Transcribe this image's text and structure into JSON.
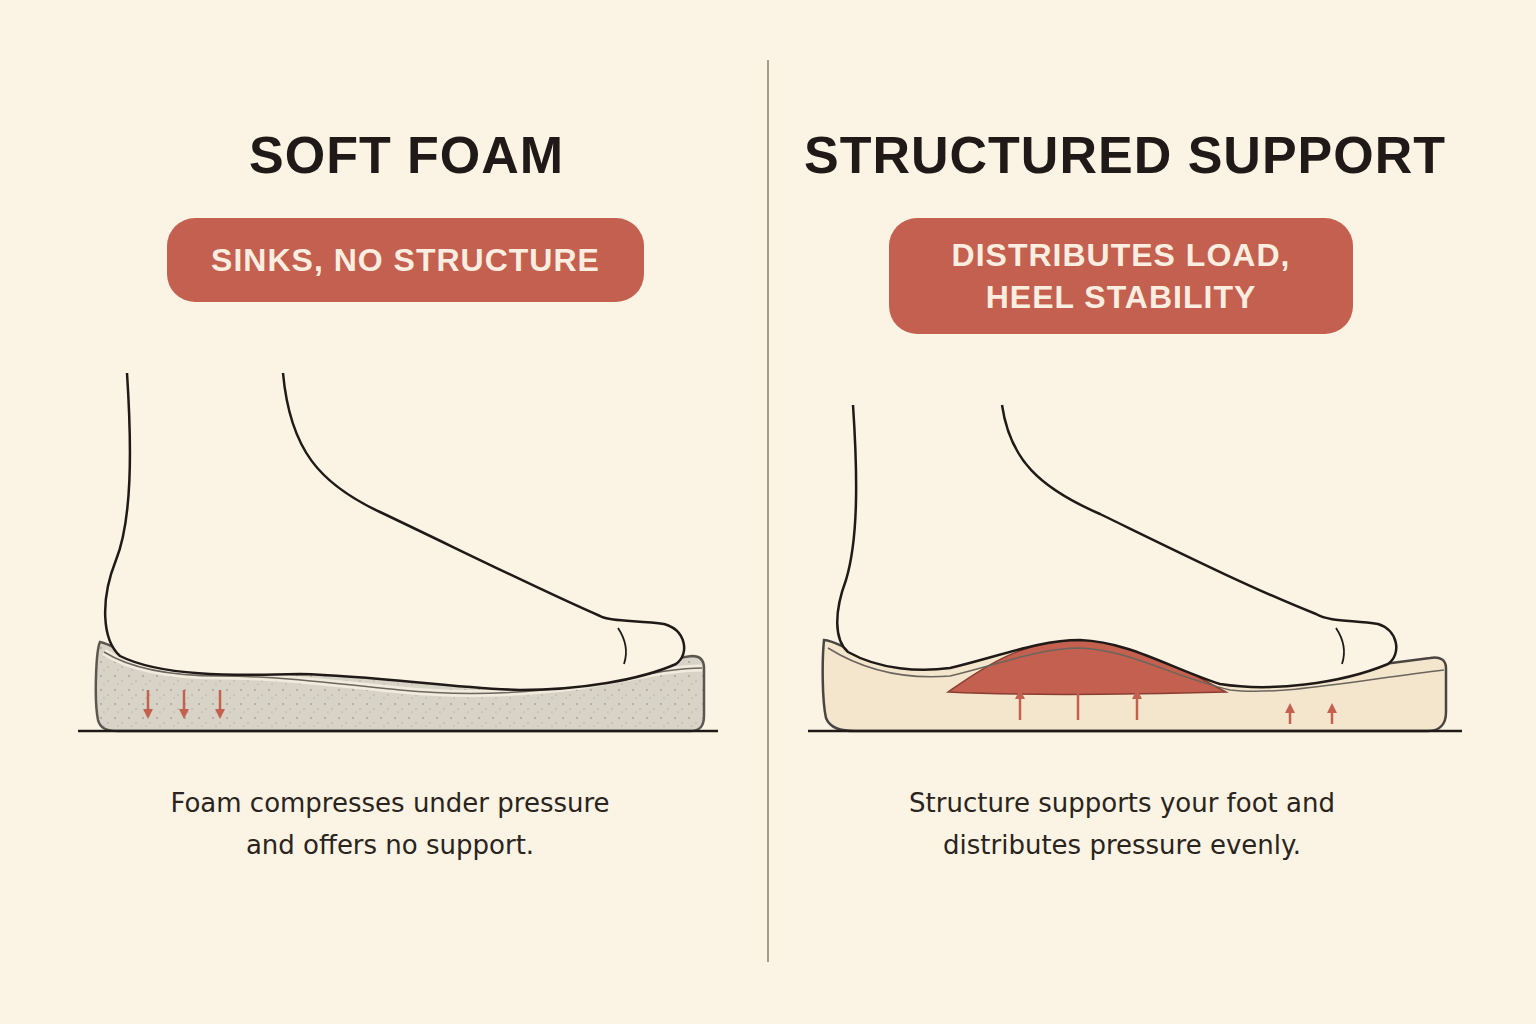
{
  "diagram": {
    "nodes": [
      {
        "text": [
          "SINKS, NO STRUCTURE"
        ]
      },
      {
        "text": [
          "DISTRIBUTES LOAD, HEEL STABILITY"
        ]
      }
    ],
    "labels": [
      "SOFT FOAM",
      "Foam compresses under pressure and offers no support.",
      "STRUCTURED SUPPORT",
      "Structure supports your foot and distributes pressure evenly."
    ]
  }
}
